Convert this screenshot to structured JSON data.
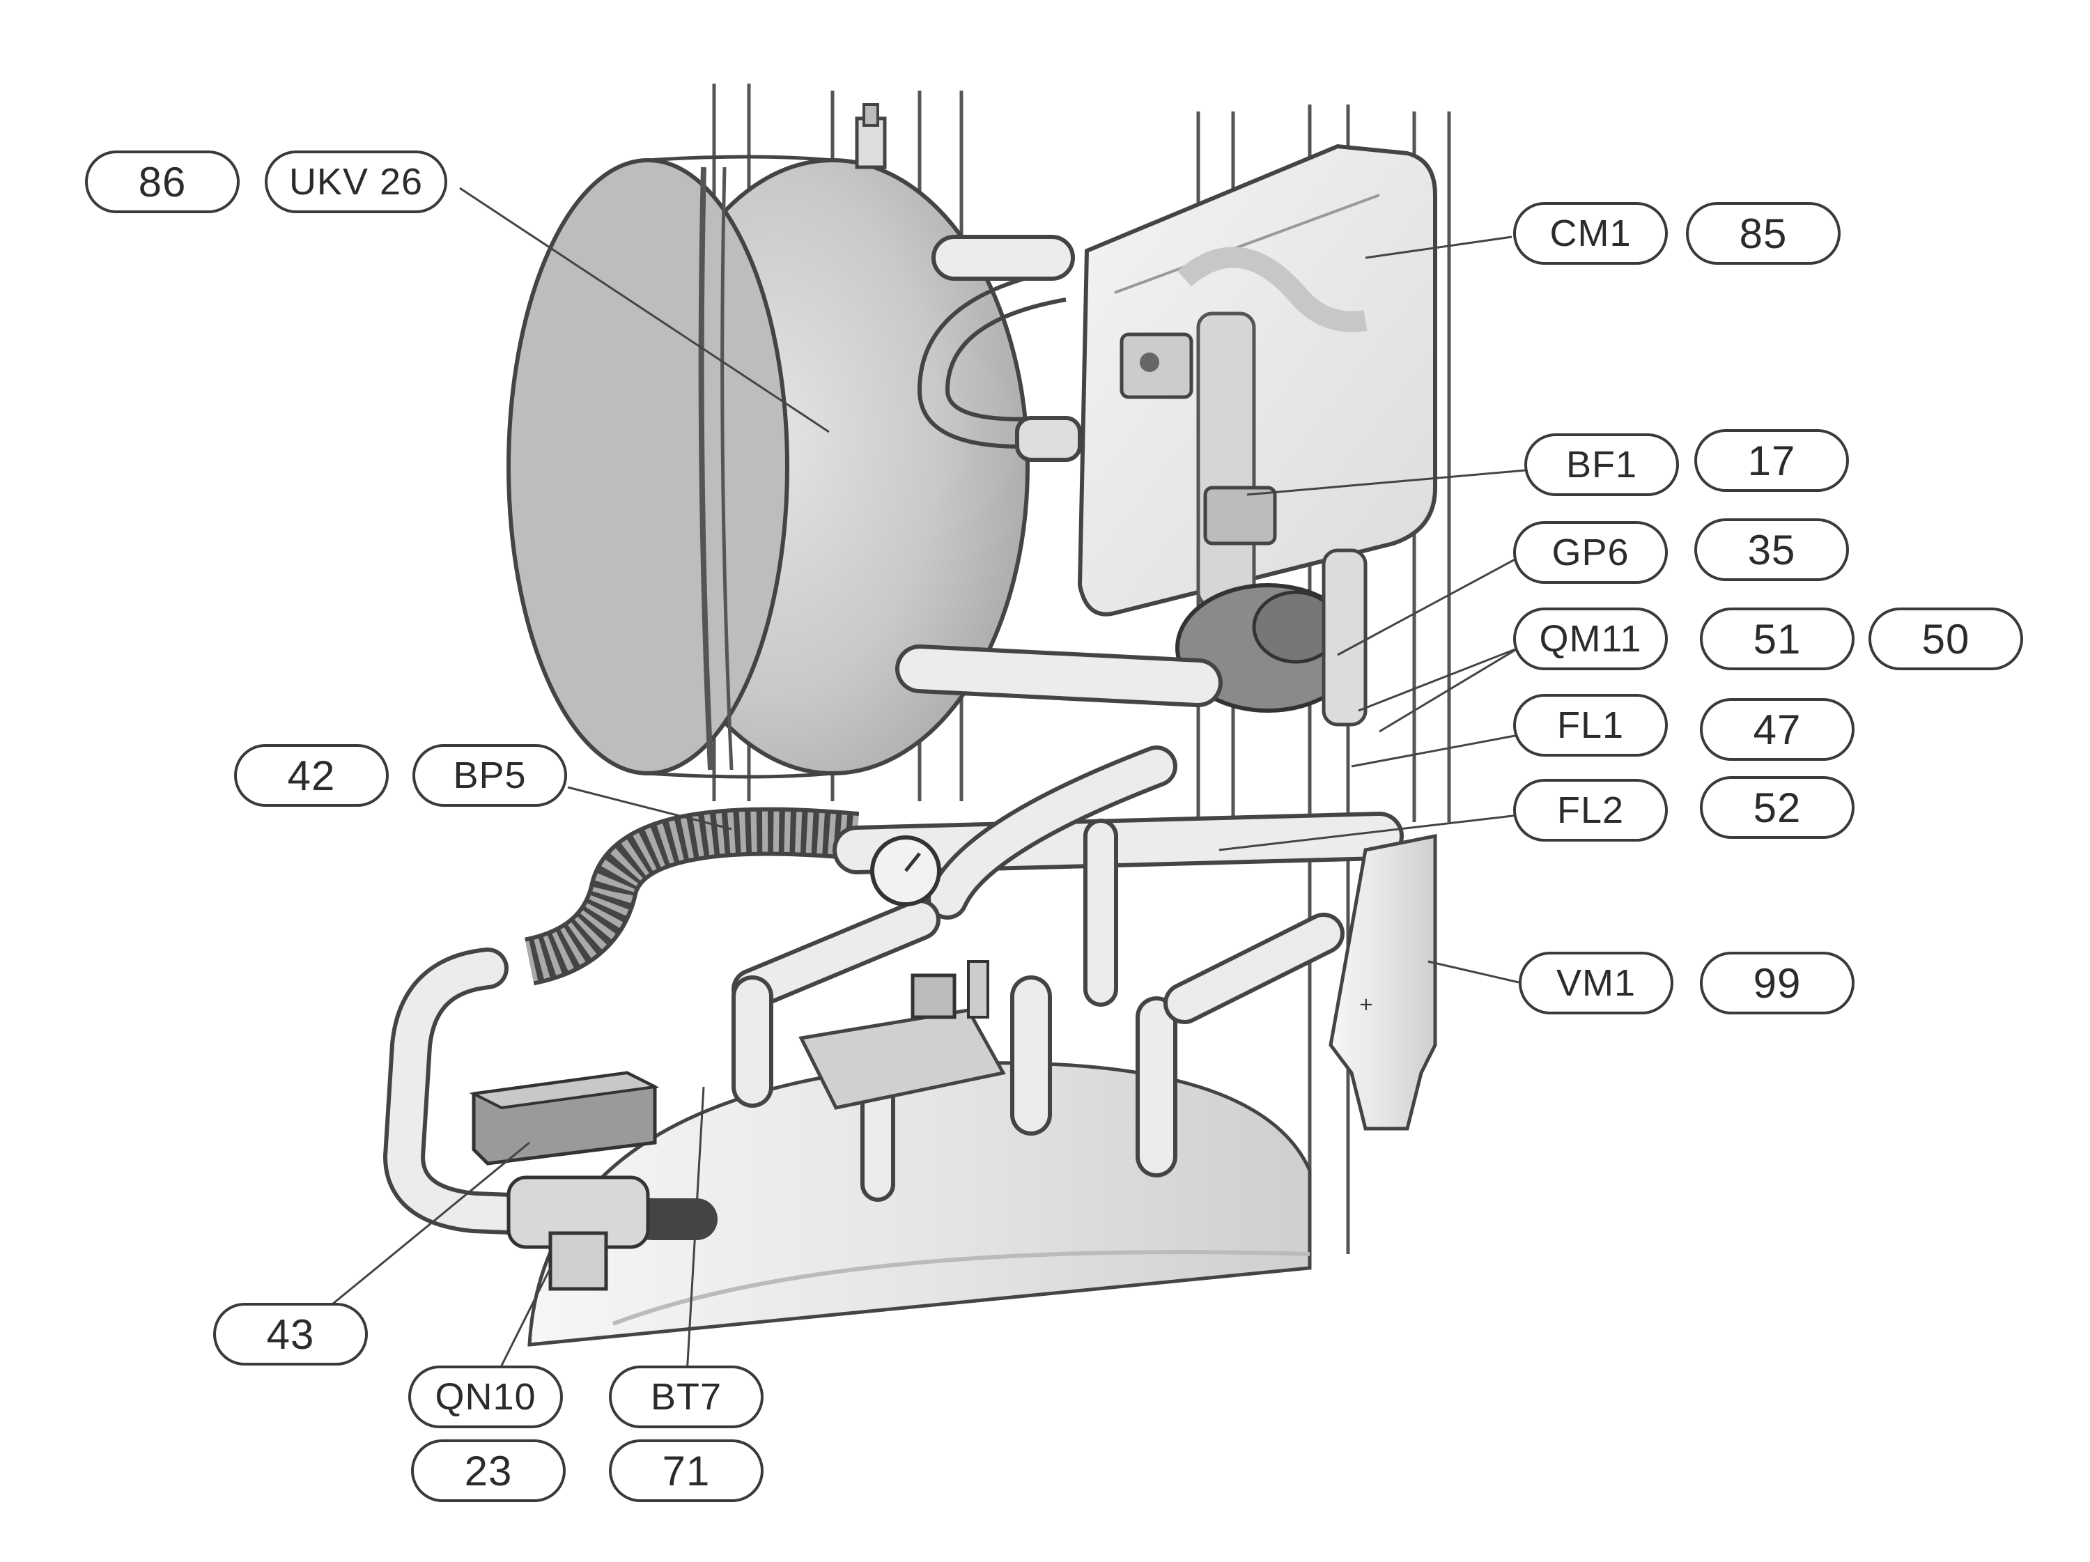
{
  "components": [
    {
      "id": "cm1",
      "code": "CM1",
      "number": "85"
    },
    {
      "id": "ukv",
      "code": "UKV 26",
      "number": "86"
    },
    {
      "id": "bf1",
      "code": "BF1",
      "number": "17"
    },
    {
      "id": "gp6",
      "code": "GP6",
      "number": "35"
    },
    {
      "id": "qm11",
      "code": "QM11",
      "numbers": [
        "51",
        "50"
      ]
    },
    {
      "id": "fl1",
      "code": "FL1",
      "number": "47"
    },
    {
      "id": "fl2",
      "code": "FL2",
      "number": "52"
    },
    {
      "id": "vm1",
      "code": "VM1",
      "number": "99"
    },
    {
      "id": "bp5",
      "code": "BP5",
      "number": "42"
    },
    {
      "id": "qn10",
      "code": "QN10",
      "number": "23"
    },
    {
      "id": "bt7",
      "code": "BT7",
      "number": "71"
    },
    {
      "id": "p43",
      "number": "43"
    }
  ],
  "colors": {
    "outline": "#3a3a3a",
    "tank_fill": "#cfcfcf",
    "pipe_fill": "#ececec",
    "leader": "#444444"
  }
}
